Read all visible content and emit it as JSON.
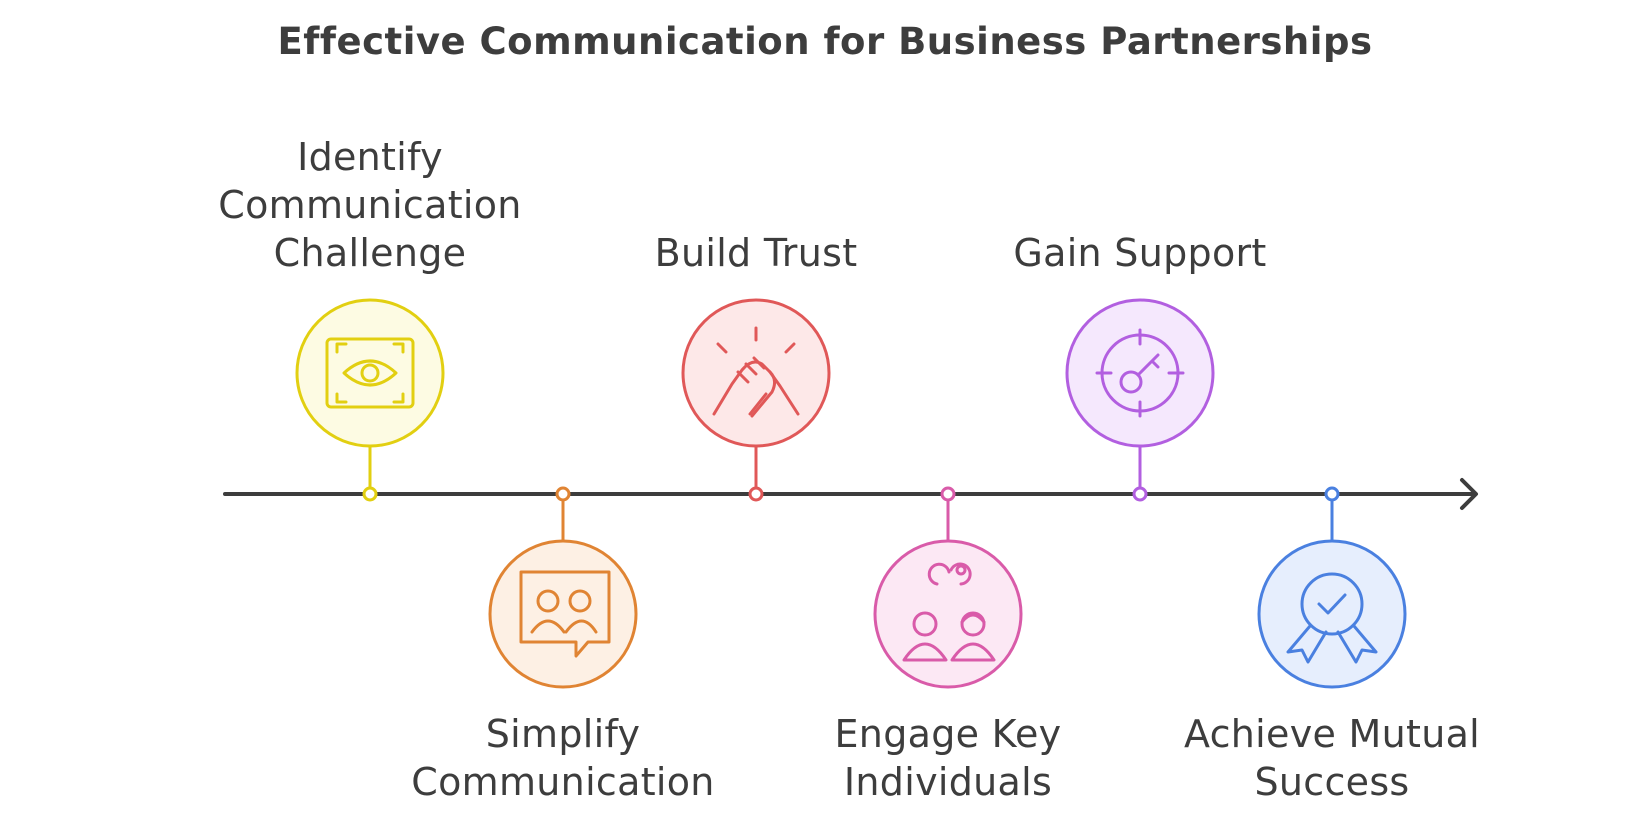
{
  "title": "Effective Communication for Business Partnerships",
  "colors": {
    "axis": "#3d3d3d",
    "yellow": "#e2cf11",
    "orange": "#e08433",
    "red": "#e05858",
    "pink": "#d95ba9",
    "purple": "#b25fe0",
    "blue": "#4a80e0"
  },
  "steps": [
    {
      "lines": [
        "Identify",
        "Communication",
        "Challenge"
      ],
      "icon": "eye-scan-icon",
      "color": "#e2cf11",
      "fill": "#fdfbe3",
      "position": "above"
    },
    {
      "lines": [
        "Simplify",
        "Communication"
      ],
      "icon": "group-chat-icon",
      "color": "#e08433",
      "fill": "#fdf0e4",
      "position": "below"
    },
    {
      "lines": [
        "Build Trust"
      ],
      "icon": "handshake-icon",
      "color": "#e05858",
      "fill": "#fde8e8",
      "position": "above"
    },
    {
      "lines": [
        "Engage Key",
        "Individuals"
      ],
      "icon": "people-connect-icon",
      "color": "#d95ba9",
      "fill": "#fce8f4",
      "position": "below"
    },
    {
      "lines": [
        "Gain Support"
      ],
      "icon": "target-key-icon",
      "color": "#b25fe0",
      "fill": "#f5e8fd",
      "position": "above"
    },
    {
      "lines": [
        "Achieve Mutual",
        "Success"
      ],
      "icon": "award-badge-icon",
      "color": "#4a80e0",
      "fill": "#e6eefd",
      "position": "below"
    }
  ]
}
